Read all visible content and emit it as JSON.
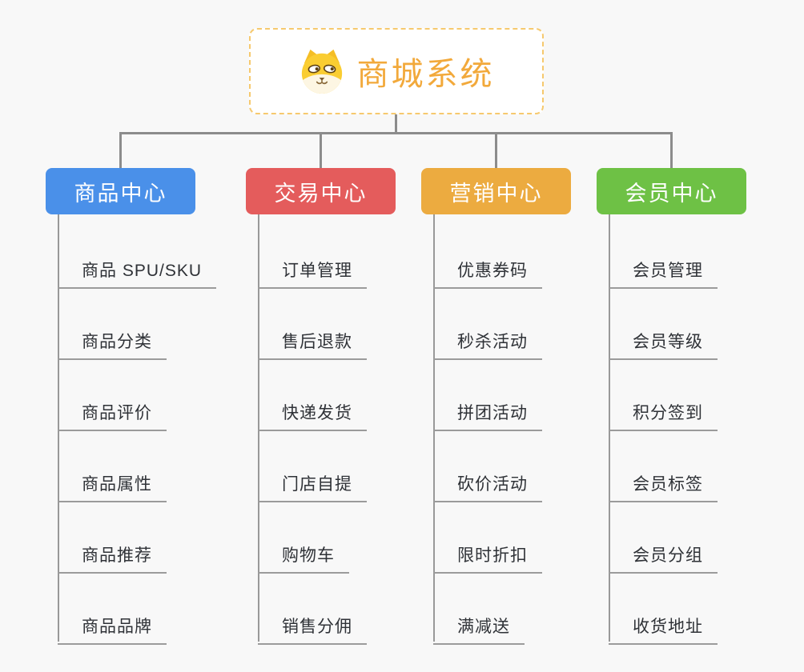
{
  "root": {
    "label": "商城系统",
    "icon": "dog-face-icon"
  },
  "branches": [
    {
      "label": "商品中心",
      "color": "#4a90e9",
      "items": [
        "商品 SPU/SKU",
        "商品分类",
        "商品评价",
        "商品属性",
        "商品推荐",
        "商品品牌"
      ]
    },
    {
      "label": "交易中心",
      "color": "#e45c5c",
      "items": [
        "订单管理",
        "售后退款",
        "快递发货",
        "门店自提",
        "购物车",
        "销售分佣"
      ]
    },
    {
      "label": "营销中心",
      "color": "#ecab40",
      "items": [
        "优惠券码",
        "秒杀活动",
        "拼团活动",
        "砍价活动",
        "限时折扣",
        "满减送"
      ]
    },
    {
      "label": "会员中心",
      "color": "#6ec145",
      "items": [
        "会员管理",
        "会员等级",
        "积分签到",
        "会员标签",
        "会员分组",
        "收货地址"
      ]
    }
  ],
  "colors": {
    "background": "#f8f8f8",
    "connector": "#8c8c8c",
    "underline": "#9b9b9b",
    "leaf_text": "#2f3237",
    "root_text": "#f2a93b",
    "root_border": "#f6c96e"
  }
}
